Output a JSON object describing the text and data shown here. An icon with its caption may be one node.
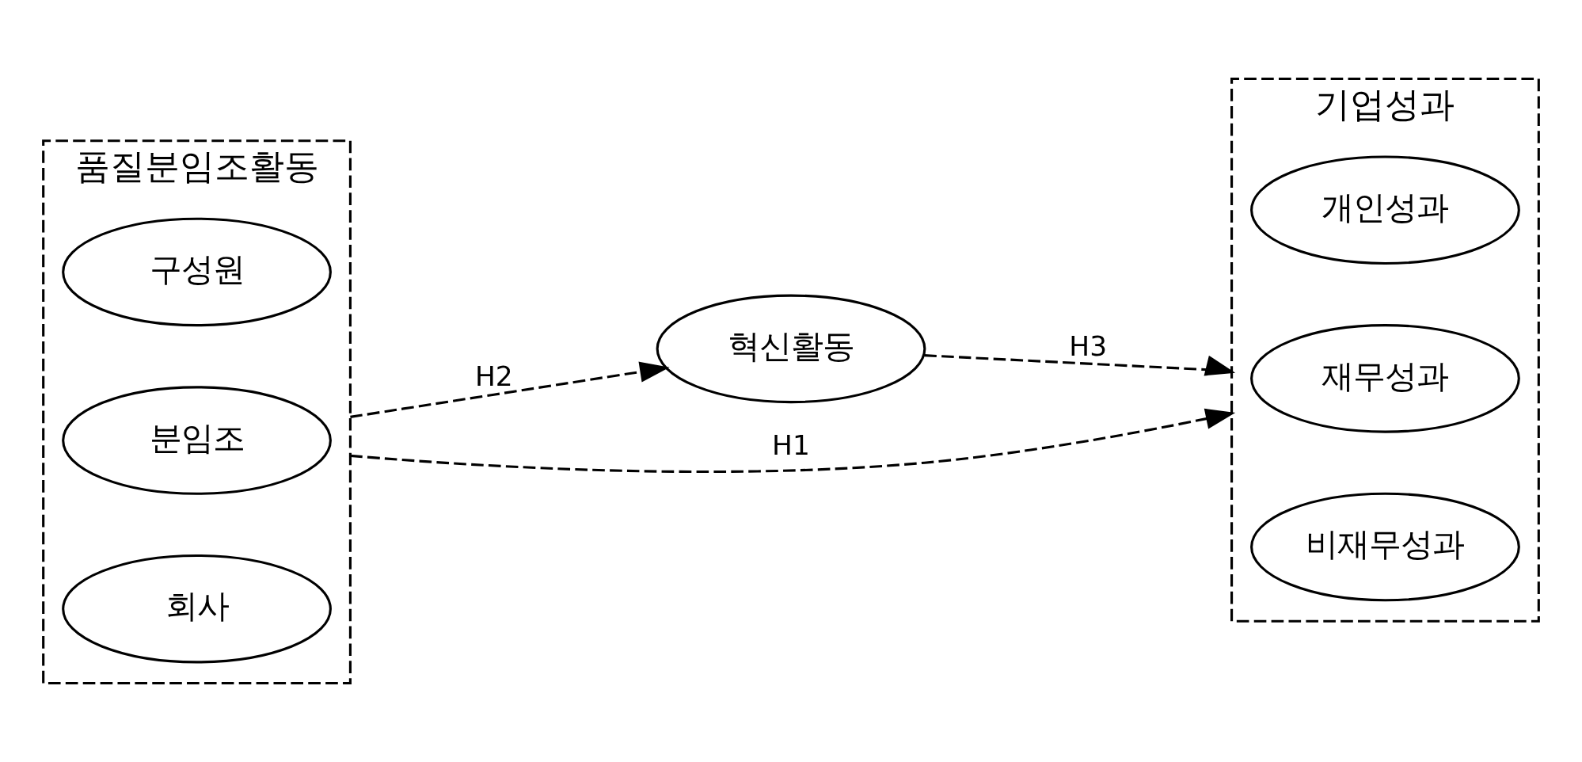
{
  "diagram": {
    "nodes": [
      {
        "text": [
          "품질분임조활동"
        ]
      },
      {
        "text": [
          "구성원"
        ],
        "in": 0
      },
      {
        "text": [
          "분임조"
        ],
        "in": 0
      },
      {
        "text": [
          "회사"
        ],
        "in": 0
      },
      {
        "text": [
          "혁신활동"
        ]
      },
      {
        "text": [
          "기업성과"
        ]
      },
      {
        "text": [
          "개인성과"
        ],
        "in": 5
      },
      {
        "text": [
          "재무성과"
        ],
        "in": 5
      },
      {
        "text": [
          "비재무성과"
        ],
        "in": 5
      }
    ],
    "edges": [
      {
        "from": 0,
        "to": 4,
        "arrow": "to",
        "label": "H2",
        "style": "dashed"
      },
      {
        "from": 4,
        "to": 5,
        "arrow": "to",
        "label": "H3",
        "style": "dashed"
      },
      {
        "from": 0,
        "to": 5,
        "arrow": "to",
        "label": "H1",
        "style": "dashed"
      }
    ]
  }
}
